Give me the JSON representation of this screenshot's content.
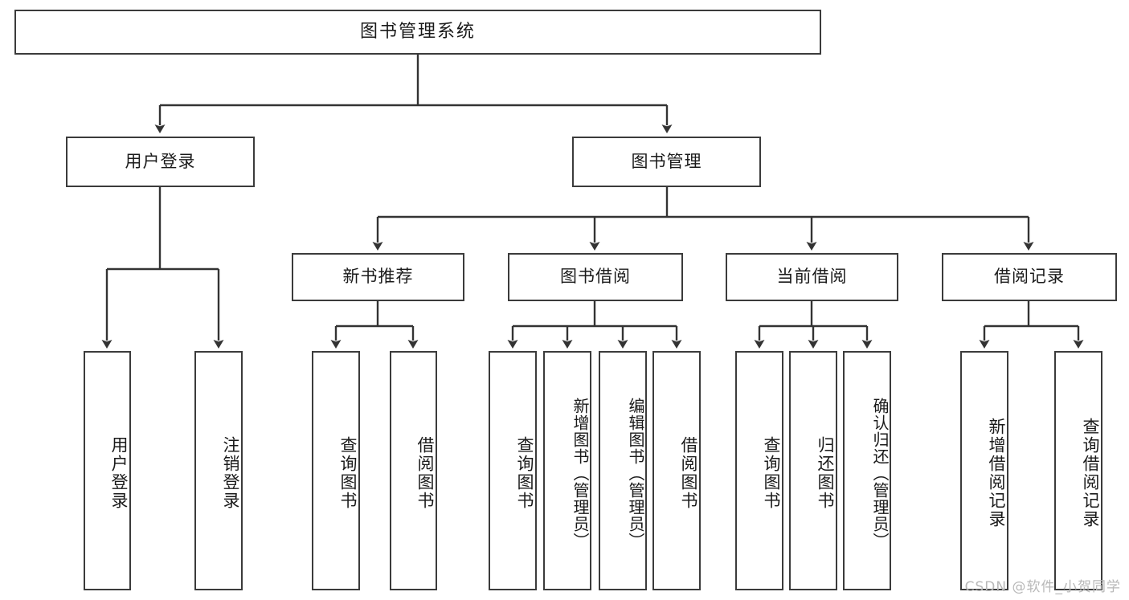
{
  "diagram": {
    "type": "tree",
    "title": "图书管理系统",
    "root": {
      "label": "图书管理系统"
    },
    "level2": [
      {
        "label": "用户登录"
      },
      {
        "label": "图书管理"
      }
    ],
    "level3": [
      {
        "label": "新书推荐"
      },
      {
        "label": "图书借阅"
      },
      {
        "label": "当前借阅"
      },
      {
        "label": "借阅记录"
      }
    ],
    "leaves": {
      "user_login": [
        {
          "label": "用户登录"
        },
        {
          "label": "注销登录"
        }
      ],
      "new_book_recommend": [
        {
          "label": "查询图书"
        },
        {
          "label": "借阅图书"
        }
      ],
      "book_borrow": [
        {
          "label": "查询图书"
        },
        {
          "label": "新增图书（管理员）"
        },
        {
          "label": "编辑图书（管理员）"
        },
        {
          "label": "借阅图书"
        }
      ],
      "current_borrow": [
        {
          "label": "查询图书"
        },
        {
          "label": "归还图书"
        },
        {
          "label": "确认归还（管理员）"
        }
      ],
      "borrow_record": [
        {
          "label": "新增借阅记录"
        },
        {
          "label": "查询借阅记录"
        }
      ]
    }
  },
  "watermark": {
    "text": "CSDN @软件_小贺同学"
  },
  "colors": {
    "box_border": "#3b3b3b",
    "box_fill": "#ffffff",
    "line": "#333333",
    "text": "#1a1a1a",
    "watermark": "#b8b8b8",
    "background": "#ffffff"
  }
}
